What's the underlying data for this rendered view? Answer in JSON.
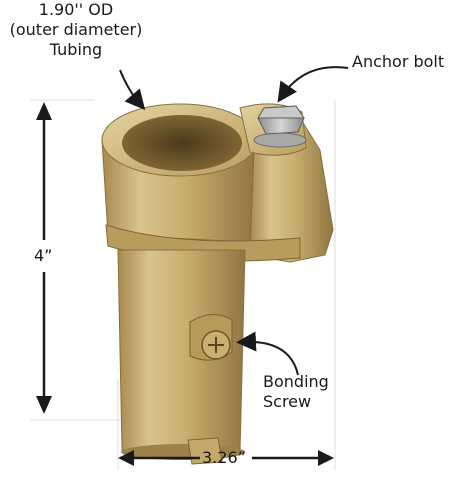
{
  "annotations": {
    "tubing": {
      "line1": "1.90'' OD",
      "line2": "(outer diameter)",
      "line3": "Tubing"
    },
    "anchor_bolt": "Anchor bolt",
    "height": "4”",
    "bonding_screw": {
      "line1": "Bonding",
      "line2": "Screw"
    },
    "width": "3.26”"
  },
  "colors": {
    "brass_light": "#d9c48a",
    "brass_mid": "#c2a868",
    "brass_dark": "#8f7540",
    "bolt_metal": "#b9b9b9"
  },
  "icons": [
    "arrow-icon",
    "dimension-arrow-icon"
  ]
}
